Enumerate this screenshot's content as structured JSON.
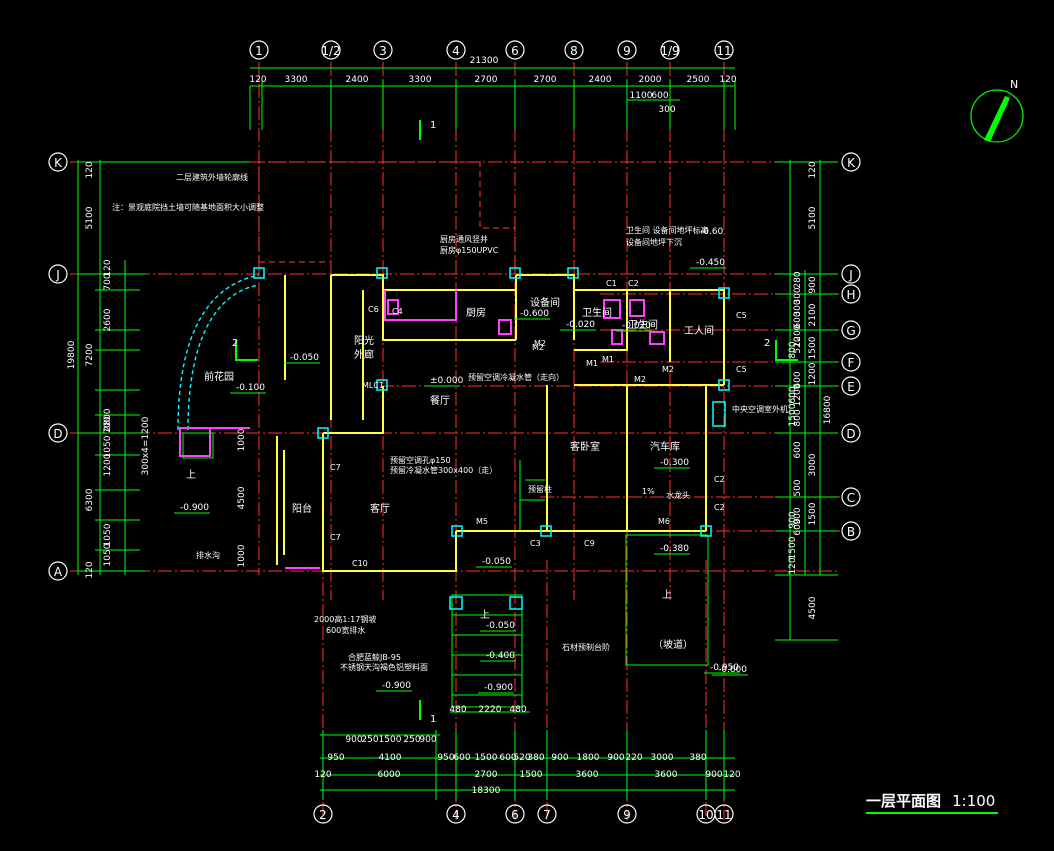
{
  "title": {
    "name": "一层平面图",
    "scale": "1:100"
  },
  "north": "N",
  "axes_top": [
    "1",
    "1/2",
    "3",
    "4",
    "6",
    "8",
    "9",
    "1/9",
    "11"
  ],
  "axes_bottom": [
    "2",
    "4",
    "6",
    "7",
    "9",
    "10",
    "11"
  ],
  "axes_left": [
    "K",
    "J",
    "D",
    "A"
  ],
  "axes_right": [
    "K",
    "J",
    "H",
    "G",
    "F",
    "E",
    "D",
    "C",
    "B"
  ],
  "dims_top": {
    "total": "21300",
    "segments": [
      "120",
      "3300",
      "2400",
      "3300",
      "2700",
      "2700",
      "2400",
      "2000",
      "2500",
      "120"
    ],
    "sub": [
      "1100",
      "600",
      "300"
    ]
  },
  "dims_bottom": {
    "total": "18300",
    "row1": [
      "900",
      "250",
      "1500",
      "250",
      "900"
    ],
    "row2": [
      "950",
      "4100",
      "950",
      "600",
      "1500",
      "600",
      "520",
      "380",
      "900",
      "1800",
      "900",
      "220",
      "3000",
      "380"
    ],
    "row3": [
      "120",
      "6000",
      "2700",
      "1500",
      "3600",
      "3600",
      "900",
      "120"
    ],
    "stair": [
      "480",
      "2220",
      "480"
    ]
  },
  "dims_left": {
    "total": "19800",
    "segments": [
      "120",
      "5100",
      "700",
      "120",
      "2600",
      "7200",
      "2800",
      "1050",
      "700",
      "1200",
      "6300",
      "1050",
      "1050",
      "120"
    ],
    "extra": [
      "300x4=1200",
      "1000",
      "4500",
      "1000"
    ]
  },
  "dims_right": {
    "total": "16800",
    "segments": [
      "120",
      "5100",
      "900",
      "2100",
      "1500",
      "1200",
      "800",
      "600",
      "1500",
      "3000",
      "1500",
      "900",
      "1500",
      "120",
      "4500"
    ],
    "small": [
      "280",
      "300",
      "300",
      "600",
      "1200",
      "520",
      "600",
      "1200",
      "800",
      "600",
      "500",
      "900",
      "600"
    ]
  },
  "rooms": {
    "kitchen": "厨房",
    "equipment": "设备间",
    "wc1": "卫生间",
    "wc2": "卫生间",
    "worker": "工人间",
    "sun_room": "阳光",
    "outer_room": "外廊",
    "front_garden": "前花园",
    "dining": "餐厅",
    "guest_bedroom": "客卧室",
    "garage": "汽车库",
    "balcony": "阳台",
    "living": "客厅",
    "ramp_label": "（坡道）",
    "up": "上"
  },
  "levels": [
    "-0.450",
    "-0.050",
    "-0.100",
    "±0.000",
    "-0.900",
    "-0.300",
    "-0.380",
    "-0.900",
    "-0.050",
    "-0.900",
    "-0.600",
    "-0.400",
    "-0.050",
    "-0.020",
    "-0.020",
    "-0.600",
    "-0.950"
  ],
  "notes": {
    "n1": "注：景观庭院挡土墙可随基地面积大小调整",
    "n2": "二层建筑外墙轮廓线",
    "n3": "厨房通风竖井",
    "n4": "厨房φ150UPVC",
    "n5": "卫生间 设备间地坪标高",
    "n6": "-0.60",
    "n7": "设备间地坪下沉",
    "n8": "预留空调冷凝水管（走向）",
    "n9": "预留空调孔φ150",
    "n10": "预留冷凝水管300x400（走）",
    "n11": "预留柱",
    "n12": "中央空调室外机",
    "n13": "水龙头",
    "n14": "2000高1:17钢坡",
    "n15": "600宽排水",
    "n16": "合肥蓝鲸JB-95",
    "n17": "不锈钢天沟褐色铝塑料面",
    "n18": "石材预制台阶",
    "n19": "排水沟",
    "n20": "1%",
    "n21": "M5",
    "n22": "M6",
    "n23": "M2",
    "n24": "M1",
    "n25": "MLC1"
  },
  "windows": [
    "C6",
    "C7",
    "C7",
    "C10",
    "C3",
    "C9",
    "C1",
    "C2",
    "C5",
    "C5",
    "C2",
    "C2",
    "C4",
    "M2",
    "M1",
    "M2",
    "M2"
  ],
  "section_marks": [
    "1",
    "1",
    "2",
    "2"
  ],
  "colors": {
    "background": "#000000",
    "axis_line": "#ff0000",
    "grid": "#00ff00",
    "wall": "#ffff00",
    "wall_dark": "#ff00ff",
    "cyan": "#00ffff",
    "white": "#ffffff"
  }
}
